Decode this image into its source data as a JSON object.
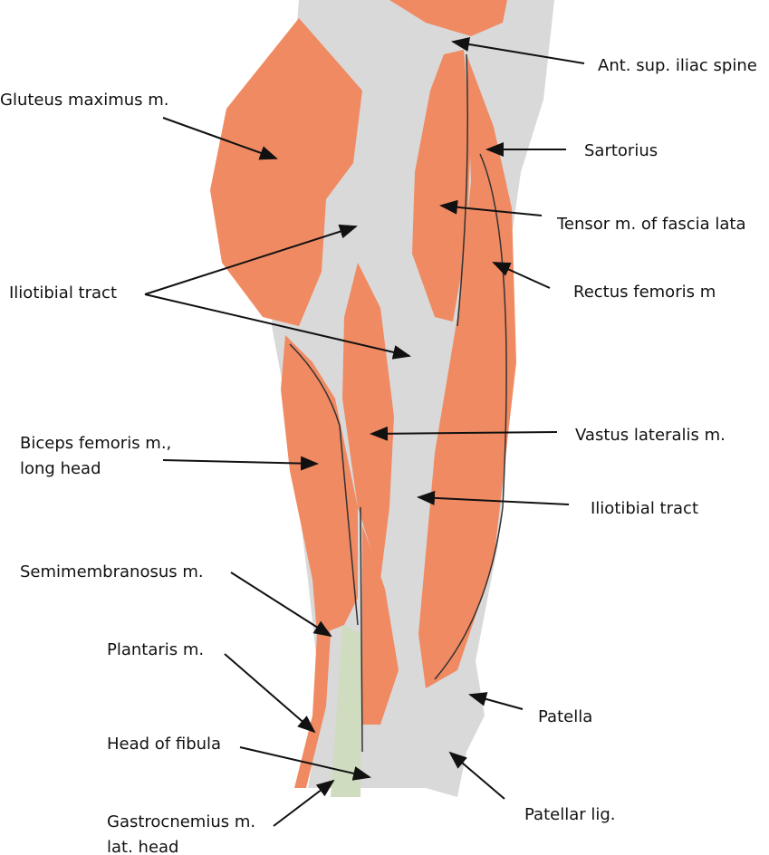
{
  "labels": {
    "ant_sup_iliac_spine": "Ant. sup. iliac spine",
    "gluteus_maximus": "Gluteus maximus m.",
    "sartorius": "Sartorius",
    "tensor_fascia_lata": "Tensor m. of fascia lata",
    "iliotibial_tract_left": "Iliotibial tract",
    "rectus_femoris": "Rectus femoris m",
    "vastus_lateralis": "Vastus lateralis m.",
    "biceps_femoris_line1": "Biceps femoris m.,",
    "biceps_femoris_line2": "long head",
    "iliotibial_tract_right": "Iliotibial tract",
    "semimembranosus": "Semimembranosus m.",
    "plantaris": "Plantaris m.",
    "head_of_fibula": "Head of fibula",
    "patella": "Patella",
    "patellar_lig": "Patellar lig.",
    "gastrocnemius_line1": "Gastrocnemius m.",
    "gastrocnemius_line2": "lat. head"
  },
  "colors": {
    "muscle": "#f08a62",
    "fascia": "#d9d9d9",
    "fibula": "#cfdcc0",
    "stroke": "#111111"
  }
}
